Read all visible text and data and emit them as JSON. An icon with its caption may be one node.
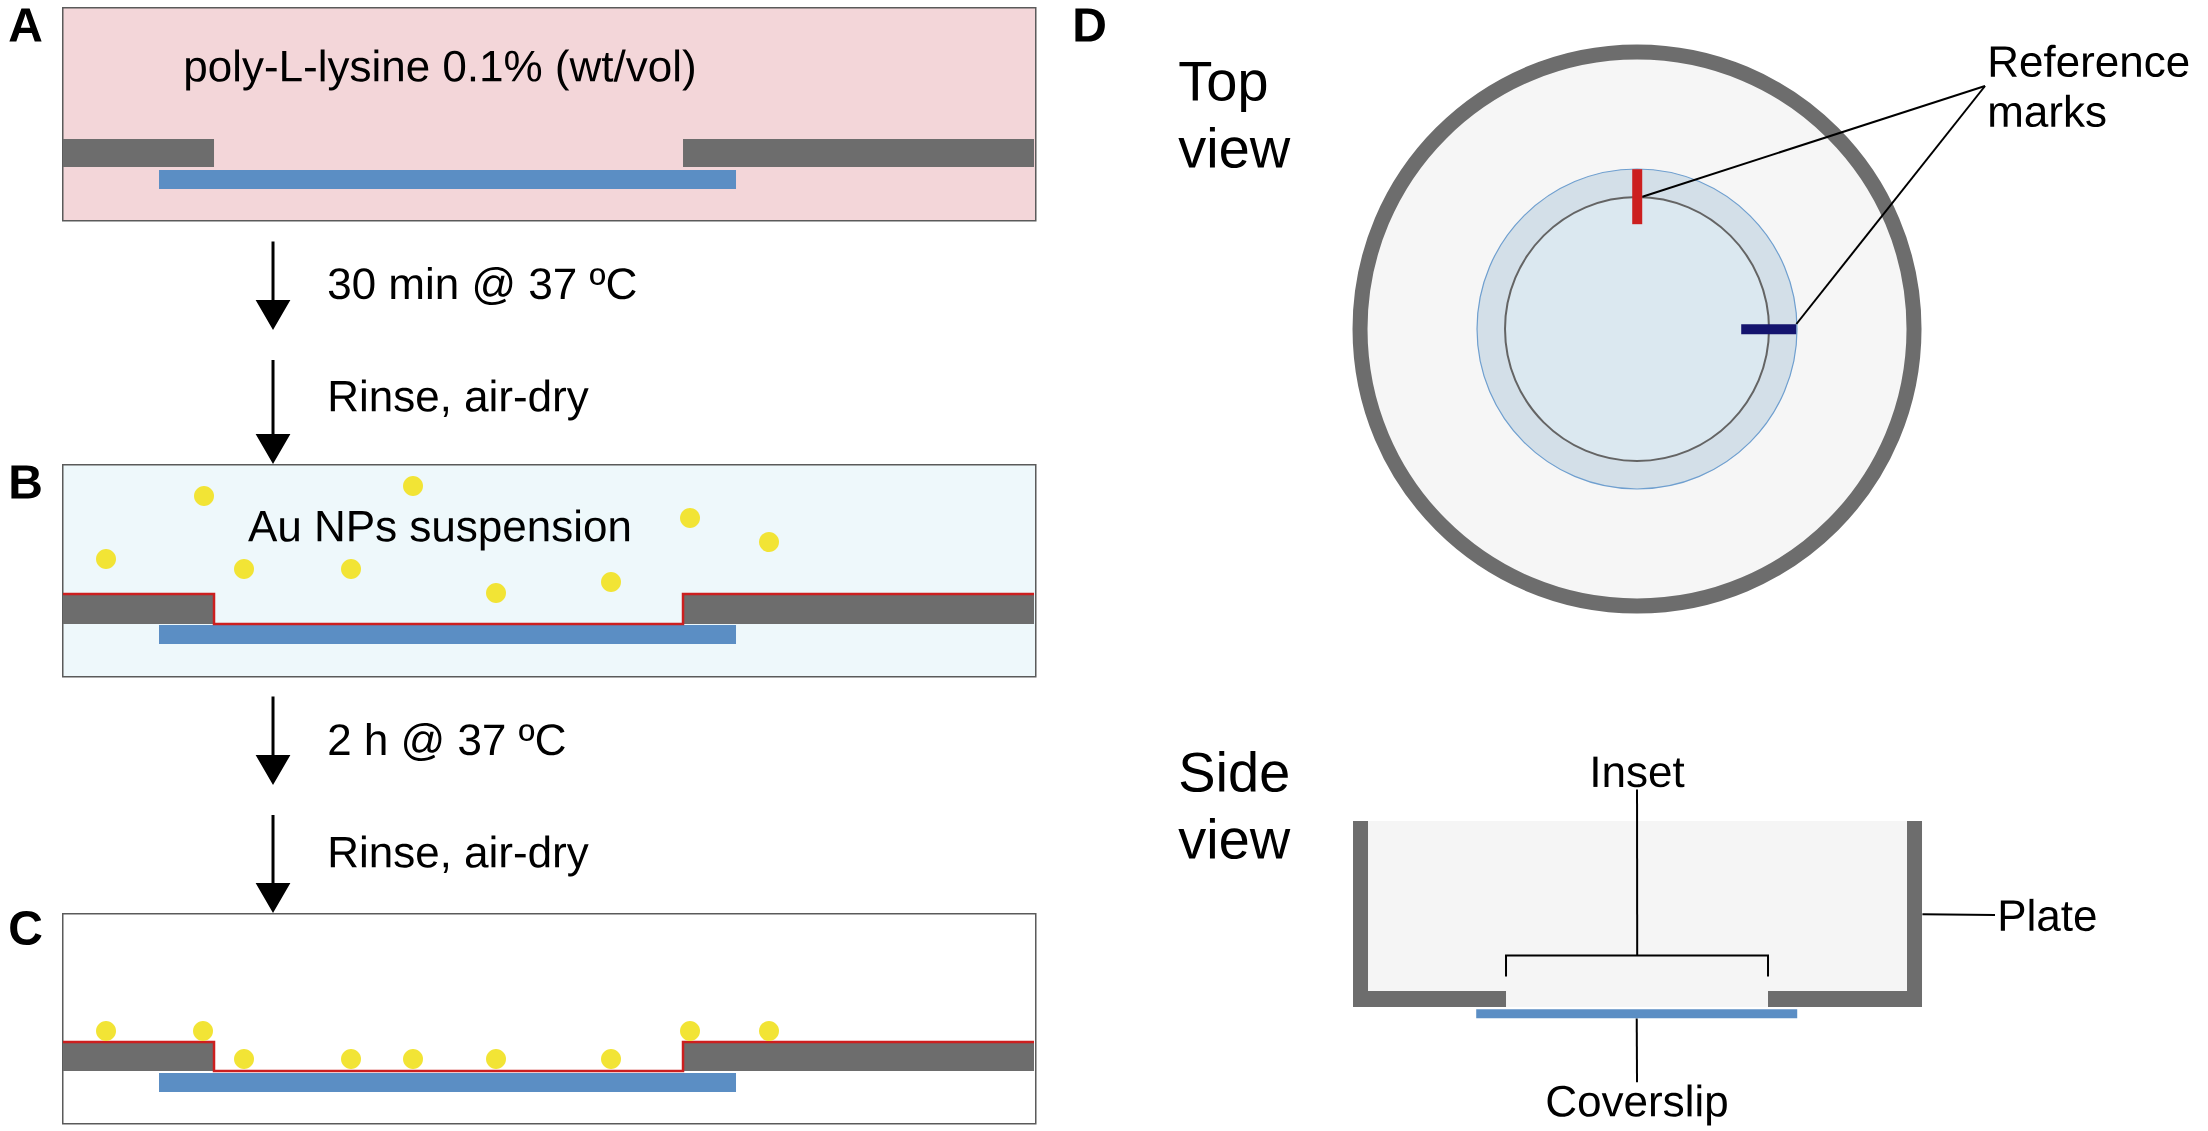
{
  "diagram": {
    "nodes": [
      {
        "text": [
          "poly-L-lysine 0.1% (wt/vol)"
        ],
        "beside": [
          "A"
        ]
      },
      {
        "text": [
          "Au NPs suspension"
        ],
        "beside": [
          "B"
        ]
      },
      {
        "text": [],
        "shape": "box",
        "beside": [
          "C"
        ]
      },
      {
        "text": [
          "Reference marks"
        ]
      },
      {
        "text": [],
        "shape": "bar"
      },
      {
        "text": [],
        "shape": "bar"
      },
      {
        "text": [
          "Inset"
        ]
      },
      {
        "text": [
          "Coverslip"
        ]
      },
      {
        "text": [],
        "shape": "bar"
      },
      {
        "text": [
          "Plate"
        ]
      },
      {
        "text": [],
        "shape": "box"
      },
      {
        "text": [],
        "shape": "bracket",
        "in": 10
      }
    ],
    "edges": [
      {
        "from": 0,
        "to": null,
        "arrow": "to",
        "label": "30 min @ 37 ºC"
      },
      {
        "from": null,
        "to": 1,
        "arrow": "to",
        "label": "Rinse, air-dry"
      },
      {
        "from": 1,
        "to": null,
        "arrow": "to",
        "label": "2 h @ 37 ºC"
      },
      {
        "from": null,
        "to": 2,
        "arrow": "to",
        "label": "Rinse, air-dry"
      },
      {
        "from": 3,
        "to": 4,
        "arrow": "none"
      },
      {
        "from": 3,
        "to": 5,
        "arrow": "none"
      },
      {
        "from": 6,
        "to": 11,
        "arrow": "none"
      },
      {
        "from": 7,
        "to": 8,
        "arrow": "none"
      },
      {
        "from": 9,
        "to": 10,
        "arrow": "none"
      }
    ],
    "labels": [
      "D",
      "Top view",
      "Side view"
    ]
  }
}
